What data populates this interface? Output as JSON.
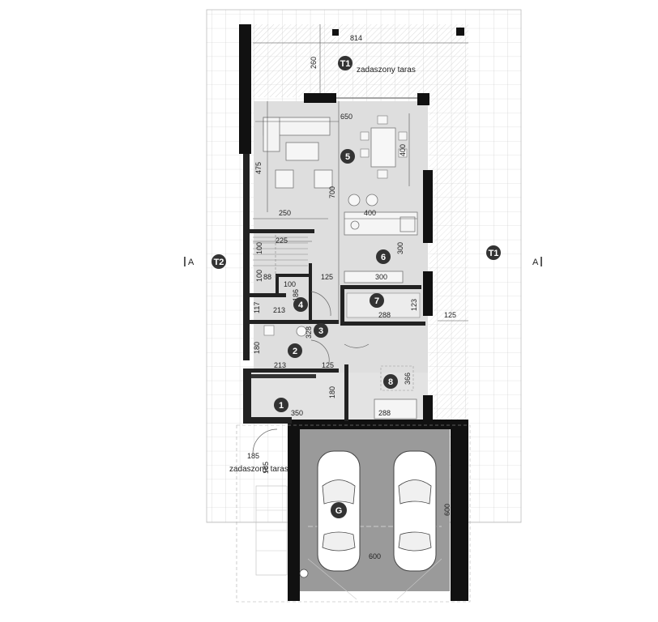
{
  "labels": {
    "terrace_roofed_top": "zadaszony taras",
    "terrace_roofed_bottom": "zadaszony taras",
    "section_left": "A",
    "section_right": "A"
  },
  "badges": {
    "t1_top": "T1",
    "t1_right": "T1",
    "t2": "T2",
    "r1": "1",
    "r2": "2",
    "r3": "3",
    "r4": "4",
    "r5": "5",
    "r6": "6",
    "r7": "7",
    "r8": "8",
    "garage": "G"
  },
  "dimensions": {
    "d814": "814",
    "d260": "260",
    "d650": "650",
    "d475": "475",
    "d700": "700",
    "d400_dining": "400",
    "d250": "250",
    "d400_kitchen": "400",
    "d225": "225",
    "d100_a": "100",
    "d100_b": "100",
    "d88": "88",
    "d100_c": "100",
    "d186": "186",
    "d125_a": "125",
    "d300_a": "300",
    "d300_b": "300",
    "d117": "117",
    "d213_a": "213",
    "d328": "328",
    "d288_a": "288",
    "d123": "123",
    "d125_b": "125",
    "d180_a": "180",
    "d213_b": "213",
    "d125_c": "125",
    "d366": "366",
    "d180_b": "180",
    "d350": "350",
    "d288_b": "288",
    "d185_a": "185",
    "d185_b": "185",
    "d600_v": "600",
    "d600_h": "600"
  }
}
